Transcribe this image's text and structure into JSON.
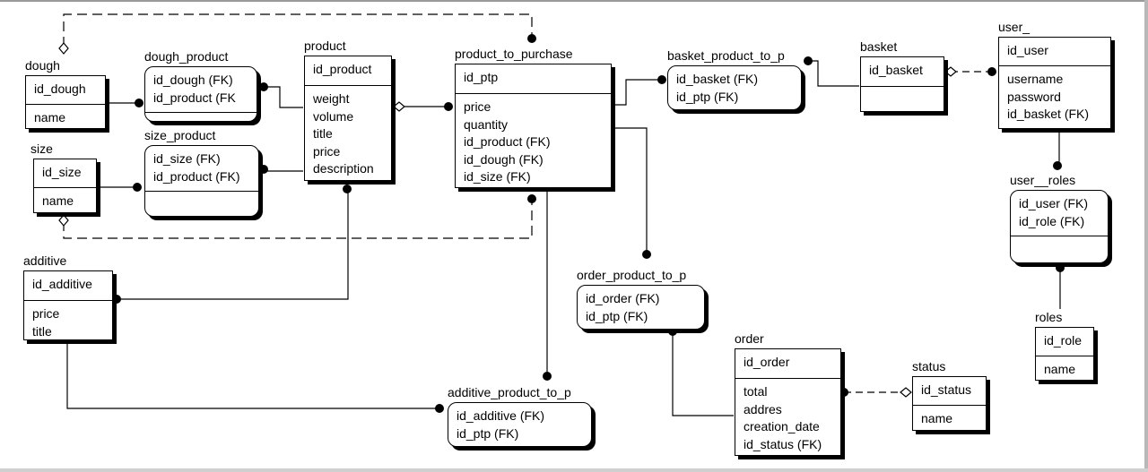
{
  "entities": {
    "dough": {
      "name": "dough",
      "pk": [
        "id_dough"
      ],
      "attrs": [
        "name"
      ]
    },
    "dough_product": {
      "name": "dough_product",
      "pk": [
        "id_dough (FK)",
        "id_product (FK"
      ],
      "attrs": []
    },
    "size": {
      "name": "size",
      "pk": [
        "id_size"
      ],
      "attrs": [
        "name"
      ]
    },
    "size_product": {
      "name": "size_product",
      "pk": [
        "id_size (FK)",
        "id_product (FK)"
      ],
      "attrs": []
    },
    "product": {
      "name": "product",
      "pk": [
        "id_product"
      ],
      "attrs": [
        "weight",
        "volume",
        "title",
        "price",
        "description"
      ]
    },
    "additive": {
      "name": "additive",
      "pk": [
        "id_additive"
      ],
      "attrs": [
        "price",
        "title"
      ]
    },
    "product_to_purchase": {
      "name": "product_to_purchase",
      "pk": [
        "id_ptp"
      ],
      "attrs": [
        "price",
        "quantity",
        "id_product (FK)",
        "id_dough (FK)",
        "id_size (FK)"
      ]
    },
    "basket_product_to_p": {
      "name": "basket_product_to_p",
      "pk": [
        "id_basket (FK)",
        "id_ptp (FK)"
      ],
      "attrs": []
    },
    "basket": {
      "name": "basket",
      "pk": [
        "id_basket"
      ],
      "attrs": []
    },
    "user_": {
      "name": "user_",
      "pk": [
        "id_user"
      ],
      "attrs": [
        "username",
        "password",
        "id_basket (FK)"
      ]
    },
    "user__roles": {
      "name": "user__roles",
      "pk": [
        "id_user (FK)",
        "id_role (FK)"
      ],
      "attrs": []
    },
    "roles": {
      "name": "roles",
      "pk": [
        "id_role"
      ],
      "attrs": [
        "name"
      ]
    },
    "order_product_to_p": {
      "name": "order_product_to_p",
      "pk": [
        "id_order (FK)",
        "id_ptp (FK)"
      ],
      "attrs": []
    },
    "order": {
      "name": "order",
      "pk": [
        "id_order"
      ],
      "attrs": [
        "total",
        "addres",
        "creation_date",
        "id_status (FK)"
      ]
    },
    "status": {
      "name": "status",
      "pk": [
        "id_status"
      ],
      "attrs": [
        "name"
      ]
    },
    "additive_product_to_p": {
      "name": "additive_product_to_p",
      "pk": [
        "id_additive (FK)",
        "id_ptp (FK)"
      ],
      "attrs": []
    }
  },
  "relationships": [
    {
      "parent": "dough",
      "child": "dough_product",
      "identifying": true
    },
    {
      "parent": "product",
      "child": "dough_product",
      "identifying": true
    },
    {
      "parent": "size",
      "child": "size_product",
      "identifying": true
    },
    {
      "parent": "product",
      "child": "size_product",
      "identifying": true
    },
    {
      "parent": "product",
      "child": "product_to_purchase",
      "identifying": false
    },
    {
      "parent": "dough",
      "child": "product_to_purchase",
      "identifying": false
    },
    {
      "parent": "size",
      "child": "product_to_purchase",
      "identifying": false
    },
    {
      "parent": "product",
      "child": "additive",
      "identifying": true
    },
    {
      "parent": "product_to_purchase",
      "child": "basket_product_to_p",
      "identifying": true
    },
    {
      "parent": "basket",
      "child": "basket_product_to_p",
      "identifying": true
    },
    {
      "parent": "basket",
      "child": "user_",
      "identifying": false
    },
    {
      "parent": "user_",
      "child": "user__roles",
      "identifying": true
    },
    {
      "parent": "roles",
      "child": "user__roles",
      "identifying": true
    },
    {
      "parent": "product_to_purchase",
      "child": "order_product_to_p",
      "identifying": true
    },
    {
      "parent": "order",
      "child": "order_product_to_p",
      "identifying": true
    },
    {
      "parent": "status",
      "child": "order",
      "identifying": false
    },
    {
      "parent": "product_to_purchase",
      "child": "additive_product_to_p",
      "identifying": true
    },
    {
      "parent": "additive",
      "child": "additive_product_to_p",
      "identifying": true
    }
  ]
}
